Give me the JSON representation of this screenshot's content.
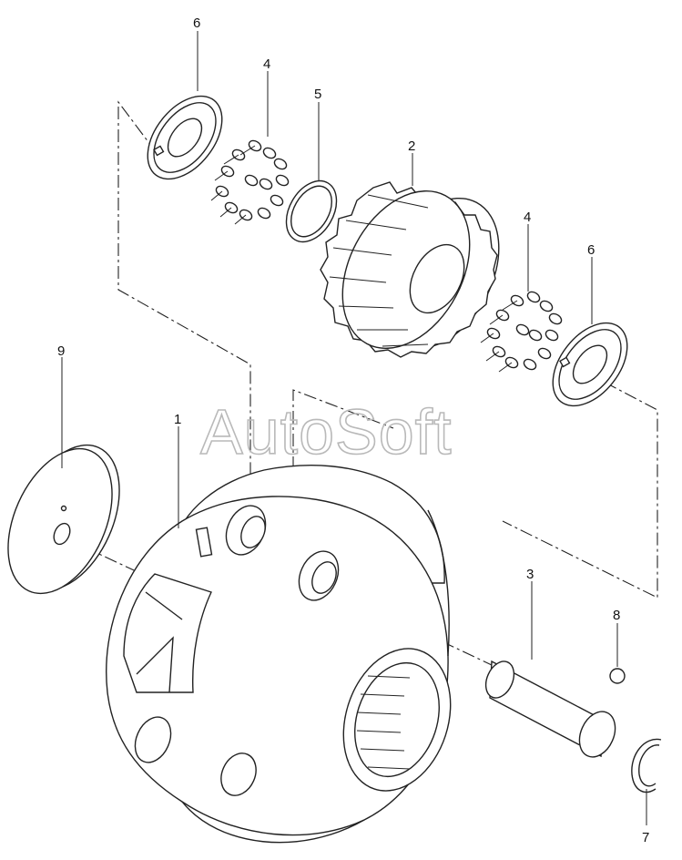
{
  "watermark": "AutoSoft",
  "callouts": [
    {
      "id": "1",
      "text": "1"
    },
    {
      "id": "2",
      "text": "2"
    },
    {
      "id": "3",
      "text": "3"
    },
    {
      "id": "4a",
      "text": "4"
    },
    {
      "id": "4b",
      "text": "4"
    },
    {
      "id": "5",
      "text": "5"
    },
    {
      "id": "6a",
      "text": "6"
    },
    {
      "id": "6b",
      "text": "6"
    },
    {
      "id": "7",
      "text": "7"
    },
    {
      "id": "8",
      "text": "8"
    },
    {
      "id": "9",
      "text": "9"
    }
  ]
}
